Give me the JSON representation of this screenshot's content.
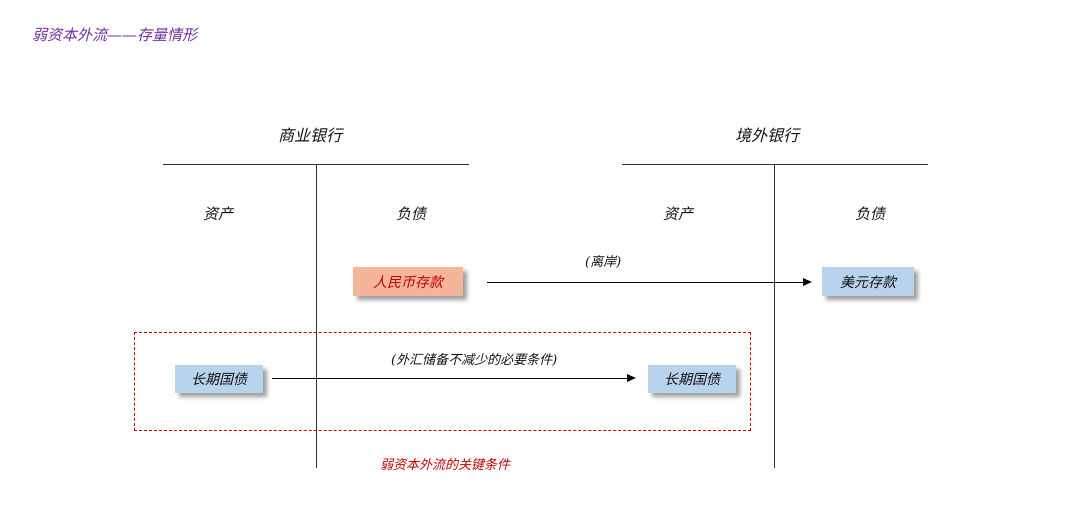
{
  "page": {
    "title": "弱资本外流——存量情形"
  },
  "commercial_bank": {
    "title": "商业银行",
    "assets_label": "资产",
    "liabilities_label": "负债",
    "rmb_deposit": "人民币存款",
    "long_term_bond": "长期国债"
  },
  "offshore_bank": {
    "title": "境外银行",
    "assets_label": "资产",
    "liabilities_label": "负债",
    "usd_deposit": "美元存款",
    "long_term_bond": "长期国债"
  },
  "flows": {
    "offshore_note": "(离岸)",
    "reserve_note": "(外汇储备不减少的必要条件)"
  },
  "highlight": {
    "label": "弱资本外流的关键条件"
  },
  "colors": {
    "title": "#7030a0",
    "red_box": "#f4b59b",
    "blue_box": "#b9d3ec",
    "key_text": "#c00000"
  }
}
